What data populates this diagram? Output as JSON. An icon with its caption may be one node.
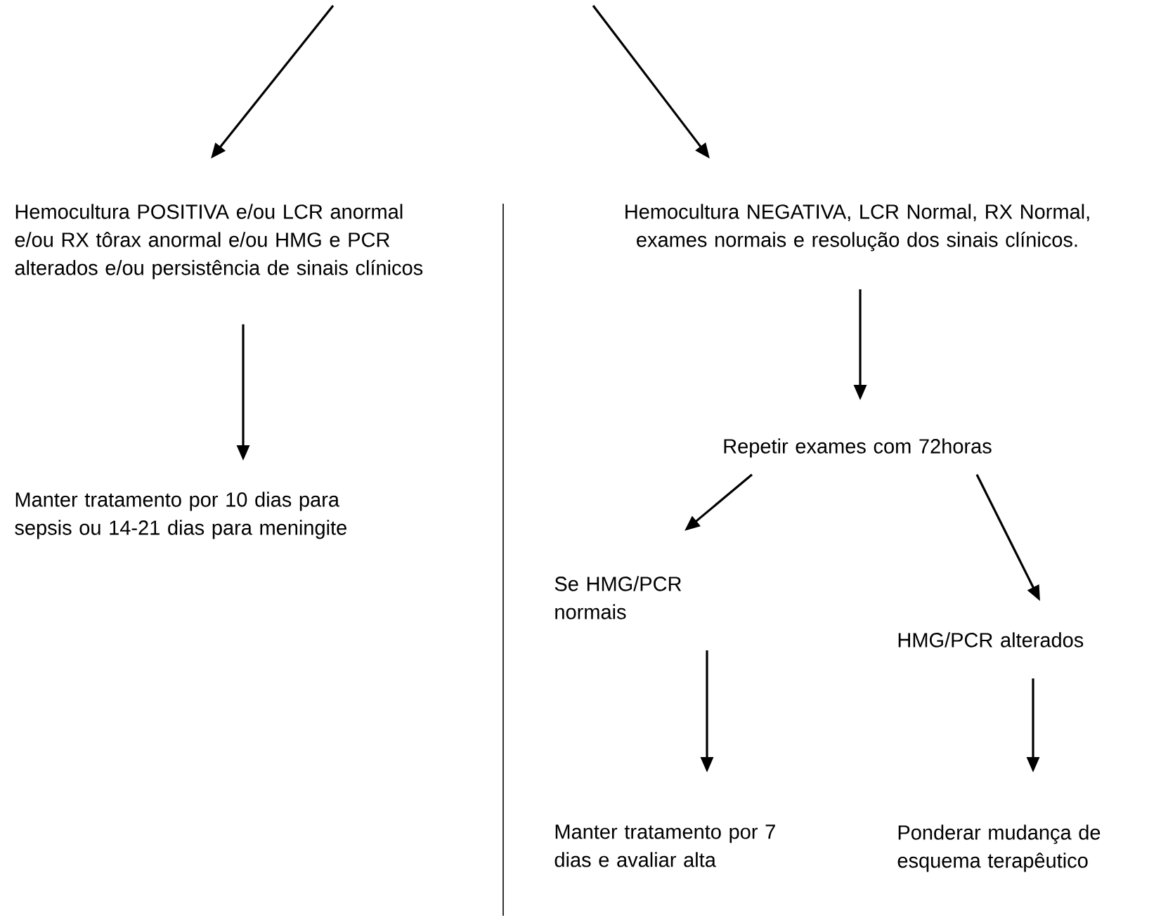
{
  "diagram": {
    "nodes": [
      {
        "text": [
          "Hemocultura POSITIVA e/ou LCR anormal e/ou RX tôrax anormal e/ou HMG e PCR alterados e/ou persistência de sinais clínicos"
        ]
      },
      {
        "text": [
          "Manter tratamento por 10 dias para sepsis ou 14-21 dias para meningite"
        ]
      },
      {
        "text": [
          "Hemocultura NEGATIVA, LCR Normal, RX Normal, exames normais e resolução dos sinais clínicos."
        ]
      },
      {
        "text": [
          "Repetir exames com 72horas"
        ]
      },
      {
        "text": [
          "Se HMG/PCR normais"
        ]
      },
      {
        "text": [
          "HMG/PCR alterados"
        ]
      },
      {
        "text": [
          "Manter tratamento por 7 dias e avaliar alta"
        ]
      },
      {
        "text": [
          "Ponderar mudança de esquema terapêutico"
        ]
      }
    ],
    "edges": [
      {
        "from": null,
        "to": 0,
        "arrow": "to"
      },
      {
        "from": null,
        "to": 2,
        "arrow": "to"
      },
      {
        "from": 0,
        "to": 1,
        "arrow": "to"
      },
      {
        "from": 2,
        "to": 3,
        "arrow": "to"
      },
      {
        "from": 3,
        "to": 4,
        "arrow": "to"
      },
      {
        "from": 3,
        "to": 5,
        "arrow": "to"
      },
      {
        "from": 4,
        "to": 6,
        "arrow": "to"
      },
      {
        "from": 5,
        "to": 7,
        "arrow": "to"
      }
    ]
  }
}
